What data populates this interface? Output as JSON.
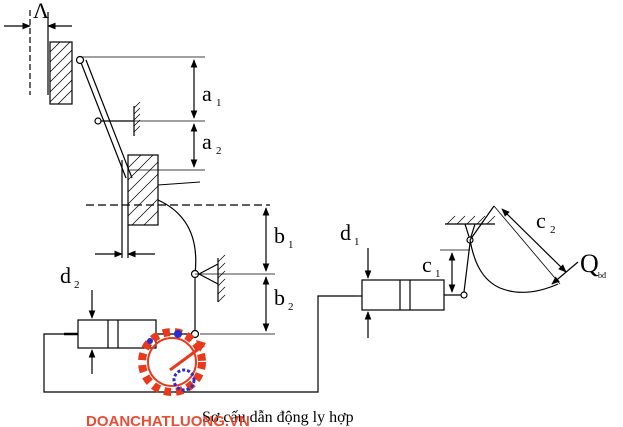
{
  "labels": {
    "lambda": "Λ",
    "a1": "a",
    "a1_sub": "1",
    "a2": "a",
    "a2_sub": "2",
    "b1": "b",
    "b1_sub": "1",
    "b2": "b",
    "b2_sub": "2",
    "c1": "c",
    "c1_sub": "1",
    "c2": "c",
    "c2_sub": "2",
    "d1": "d",
    "d1_sub": "1",
    "d2": "d",
    "d2_sub": "2",
    "q": "Q",
    "q_sub": "bđ"
  },
  "caption": "Sơ cấu dẫn động ly hợp",
  "watermark": "DOANCHATLUONG.VN",
  "colors": {
    "line": "#000000",
    "watermark": "#e8391d",
    "gear": "#e8391d",
    "accent": "#2a2ad0"
  }
}
